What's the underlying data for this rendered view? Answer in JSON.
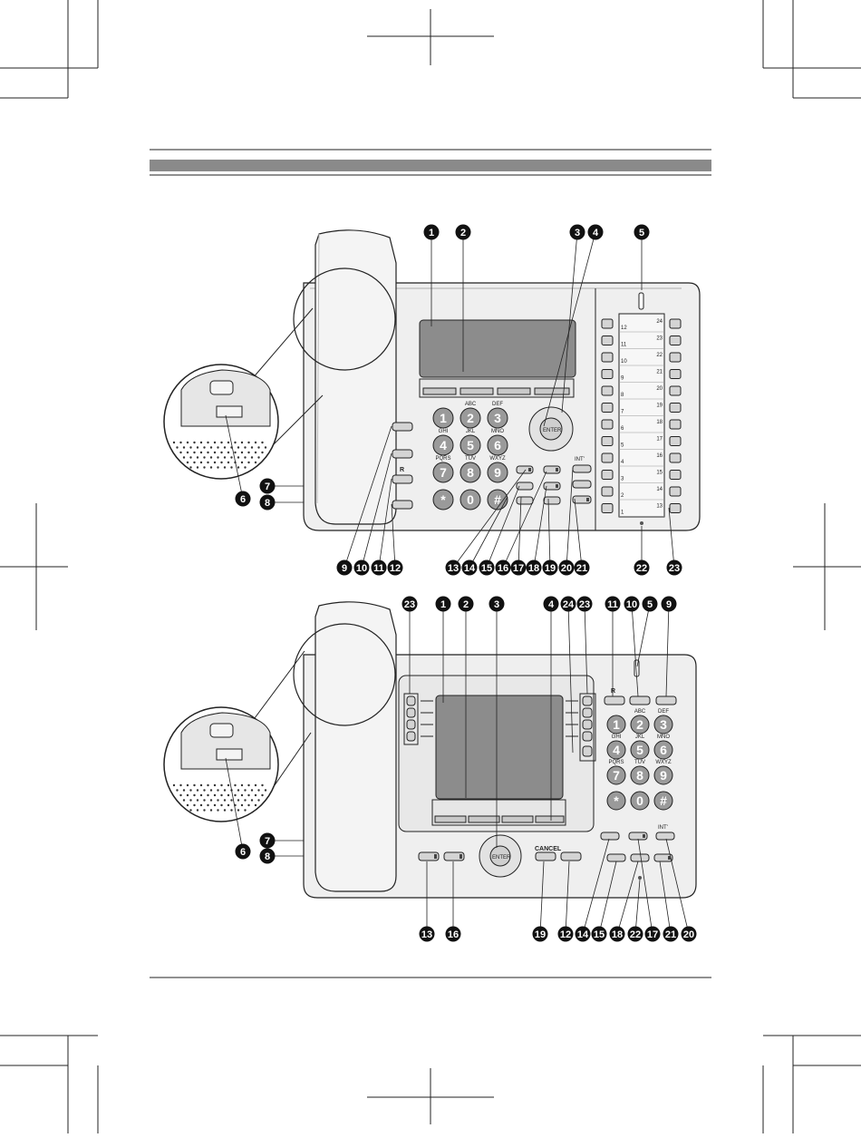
{
  "colors": {
    "line": "#222222",
    "body": "#efefef",
    "display": "#8c8c8c",
    "button": "#d4d4d4",
    "key": "#9a9a9a",
    "callout": "#111111",
    "title_bar": "#8a8a8a"
  },
  "keypad": {
    "letters": [
      "ABC",
      "DEF",
      "GHI",
      "JKL",
      "MNO",
      "PQRS",
      "TUV",
      "WXYZ"
    ],
    "digits": [
      "1",
      "2",
      "3",
      "4",
      "5",
      "6",
      "7",
      "8",
      "9",
      "*",
      "0",
      "#"
    ]
  },
  "nav": {
    "enter_label": "ENTER"
  },
  "buttons": {
    "recall_label": "R",
    "cancel_label": "CANCEL",
    "intercom_label": "INT'"
  },
  "dss_top": {
    "left_numbers": [
      "12",
      "11",
      "10",
      "9",
      "8",
      "7",
      "6",
      "5",
      "4",
      "3",
      "2",
      "1"
    ],
    "right_numbers": [
      "24",
      "23",
      "22",
      "21",
      "20",
      "19",
      "18",
      "17",
      "16",
      "15",
      "14",
      "13"
    ]
  },
  "callouts_top": [
    "1",
    "2",
    "3",
    "4",
    "5",
    "6",
    "7",
    "8",
    "9",
    "10",
    "11",
    "12",
    "13",
    "14",
    "15",
    "16",
    "17",
    "18",
    "19",
    "20",
    "21",
    "22",
    "23"
  ],
  "callouts_bottom": [
    "23",
    "1",
    "2",
    "3",
    "4",
    "24",
    "23",
    "11",
    "10",
    "5",
    "9",
    "6",
    "7",
    "8",
    "13",
    "16",
    "19",
    "12",
    "14",
    "15",
    "18",
    "22",
    "17",
    "21",
    "20"
  ]
}
